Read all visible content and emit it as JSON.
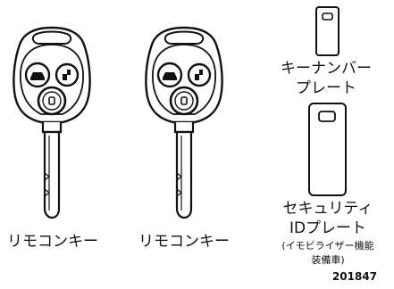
{
  "labels": {
    "remote_left": "リモコンキー",
    "remote_right": "リモコンキー",
    "key_number_plate_line1": "キーナンバー",
    "key_number_plate_line2": "プレート",
    "security_plate_line1": "セキュリティ",
    "security_plate_line2": "IDプレート",
    "security_plate_note_line1": "(イモビライザー機能",
    "security_plate_note_line2": "装備車)",
    "figure_code": "201847"
  },
  "icons": {
    "remote_buttons": [
      "lock-icon",
      "unlock-icon",
      "trunk-open-icon"
    ],
    "plates": [
      "key-number-plate-icon",
      "security-id-plate-icon"
    ]
  },
  "colors": {
    "line": "#111111",
    "fill": "#ffffff"
  }
}
